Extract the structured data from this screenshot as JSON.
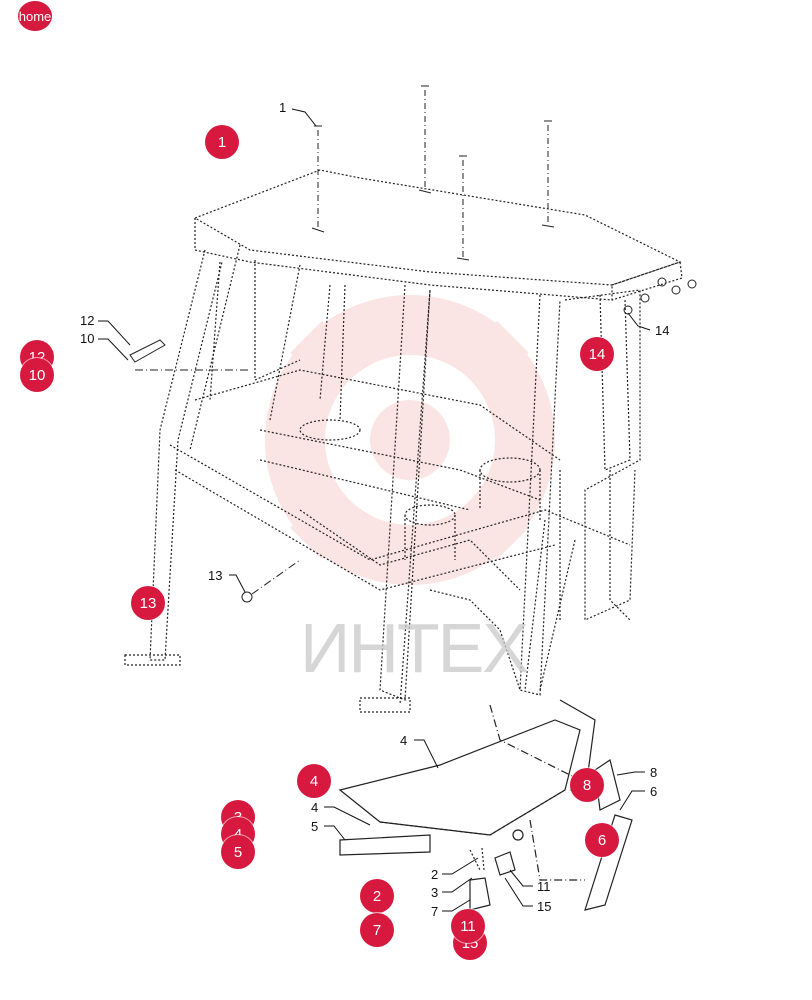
{
  "home_button": {
    "label": "home"
  },
  "watermark": {
    "text": "ИНТЕХ"
  },
  "colors": {
    "hotspot": "#d8193f",
    "watermark": "#f2b4b4",
    "line": "#222222"
  },
  "callout_labels": {
    "c1": "1",
    "c14": "14",
    "c12": "12",
    "c10": "10",
    "c13": "13",
    "c4a": "4",
    "c4b": "4",
    "c5": "5",
    "c8": "8",
    "c6": "6",
    "c2": "2",
    "c3": "3",
    "c7": "7",
    "c11": "11",
    "c15": "15"
  },
  "hotspots": {
    "h1": "1",
    "h14": "14",
    "h12": "12",
    "h10": "10",
    "h13": "13",
    "h4": "4",
    "h8": "8",
    "h3": "3",
    "h4b": "4",
    "h5": "5",
    "h6": "6",
    "h2": "2",
    "h7": "7",
    "h11": "11",
    "h15": "15"
  }
}
